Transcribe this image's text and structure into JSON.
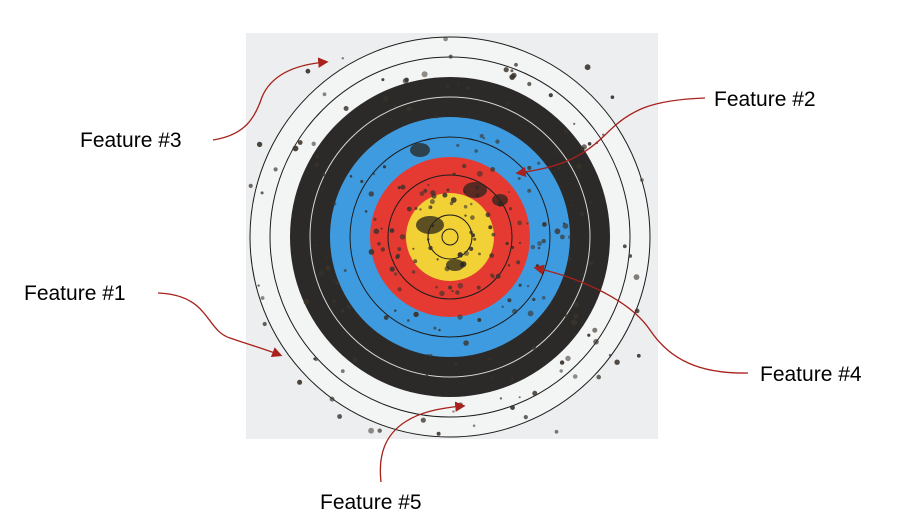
{
  "colors": {
    "background": "#ffffff",
    "paper": "#eceeef",
    "white_ring": "#f3f4f4",
    "black_ring": "#2b2a28",
    "blue_ring": "#3f9be0",
    "red_ring": "#e53a32",
    "gold_ring": "#f2d137",
    "ring_line": "#1c1c1c",
    "arrow": "#a8211c",
    "hole": "#3a332b"
  },
  "annotations": [
    {
      "id": "feature-1",
      "label": "Feature #1"
    },
    {
      "id": "feature-2",
      "label": "Feature #2"
    },
    {
      "id": "feature-3",
      "label": "Feature #3"
    },
    {
      "id": "feature-4",
      "label": "Feature #4"
    },
    {
      "id": "feature-5",
      "label": "Feature #5"
    }
  ]
}
